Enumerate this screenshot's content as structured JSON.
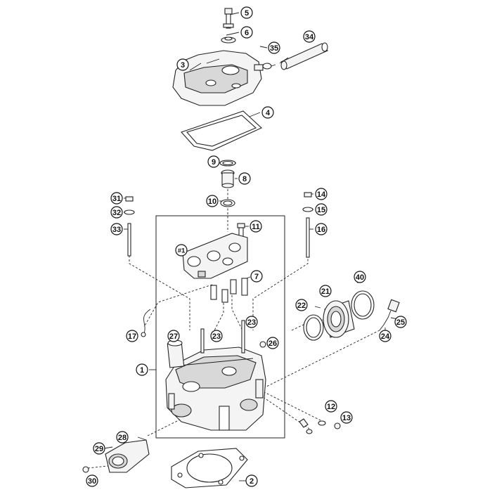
{
  "callouts": {
    "c1": "1",
    "c2": "2",
    "c3": "3",
    "c4": "4",
    "c5": "5",
    "c6": "6",
    "c7": "7",
    "c8": "8",
    "c9": "9",
    "c10": "10",
    "c11": "11",
    "c12": "12",
    "c13": "13",
    "c14": "14",
    "c15": "15",
    "c16": "16",
    "c17": "17",
    "c21": "21",
    "c22": "22",
    "c23a": "23",
    "c23b": "23",
    "c24": "24",
    "c25": "25",
    "c26": "26",
    "c27": "27",
    "c28": "28",
    "c29": "29",
    "c30": "30",
    "c31": "31",
    "c32": "32",
    "c33": "33",
    "c34": "34",
    "c35": "35",
    "c40": "40",
    "hash1": "#1"
  }
}
